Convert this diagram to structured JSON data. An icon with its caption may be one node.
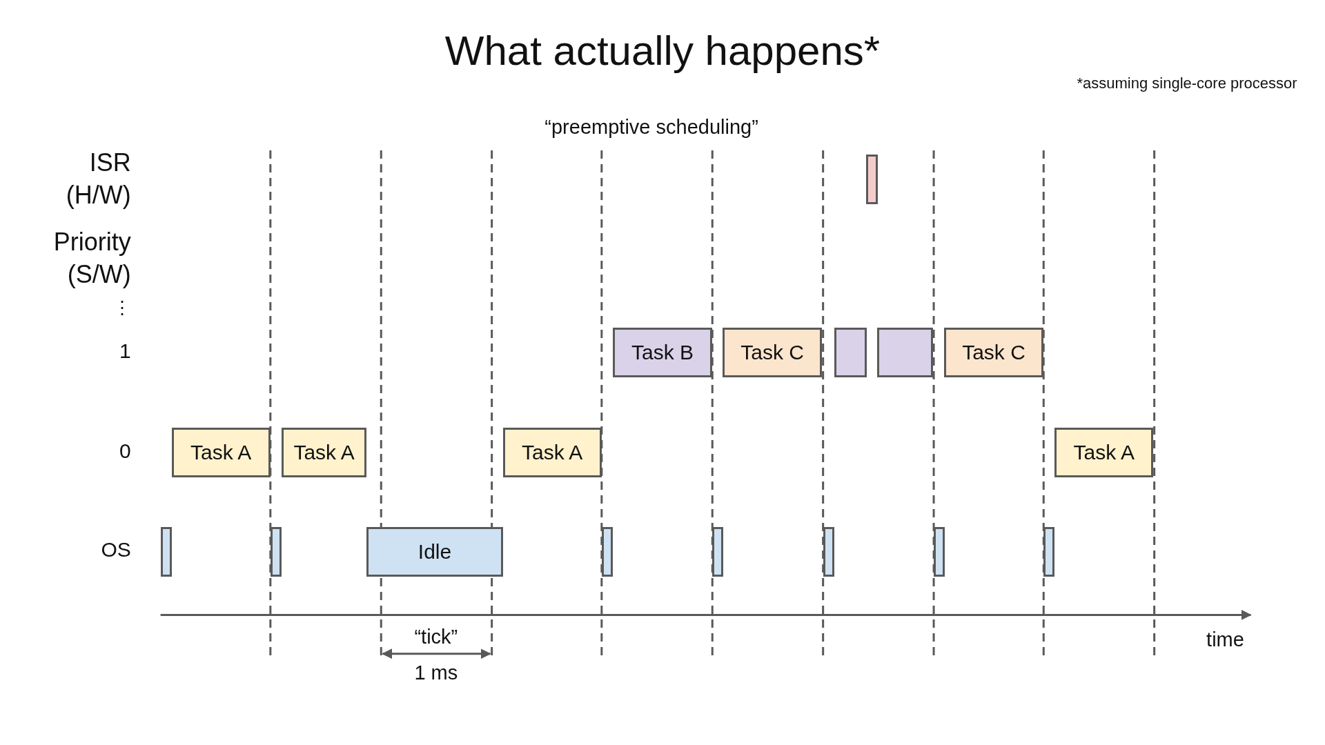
{
  "diagram": {
    "title": "What actually happens*",
    "nodes": [
      {
        "text": [],
        "shape": "bar"
      },
      {
        "text": [
          "Task B"
        ]
      },
      {
        "text": [
          "Task C"
        ]
      },
      {
        "text": [],
        "shape": "bar"
      },
      {
        "text": [],
        "shape": "bar"
      },
      {
        "text": [
          "Task C"
        ]
      },
      {
        "text": [
          "Task A"
        ]
      },
      {
        "text": [
          "Task A"
        ]
      },
      {
        "text": [
          "Task A"
        ]
      },
      {
        "text": [
          "Task A"
        ]
      },
      {
        "text": [],
        "shape": "bar"
      },
      {
        "text": [],
        "shape": "bar"
      },
      {
        "text": [
          "Idle"
        ]
      },
      {
        "text": [],
        "shape": "bar"
      },
      {
        "text": [],
        "shape": "bar"
      },
      {
        "text": [],
        "shape": "bar"
      },
      {
        "text": [],
        "shape": "bar"
      },
      {
        "text": [],
        "shape": "bar"
      }
    ],
    "edges": [],
    "labels": [
      "*assuming single-core processor",
      "“preemptive scheduling”",
      "ISR (H/W)",
      "Priority (S/W)",
      "⋮",
      "1",
      "0",
      "OS",
      "time",
      "“tick”",
      "1 ms"
    ]
  }
}
